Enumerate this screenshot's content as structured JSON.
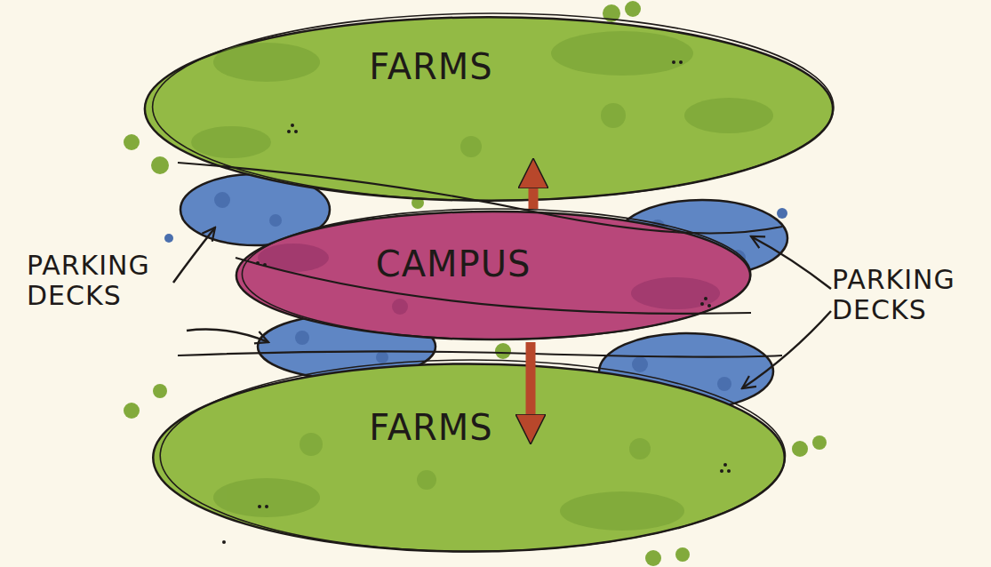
{
  "diagram": {
    "nodes": [
      {
        "text": [
          "FARMS"
        ]
      },
      {
        "text": [
          "CAMPUS"
        ]
      },
      {
        "text": [
          "FARMS"
        ]
      }
    ],
    "edges": [
      {
        "from": 1,
        "to": 0,
        "arrow": "to"
      },
      {
        "from": 1,
        "to": 2,
        "arrow": "to"
      }
    ],
    "labels": [
      "PARKING DECKS",
      "PARKING DECKS"
    ]
  }
}
